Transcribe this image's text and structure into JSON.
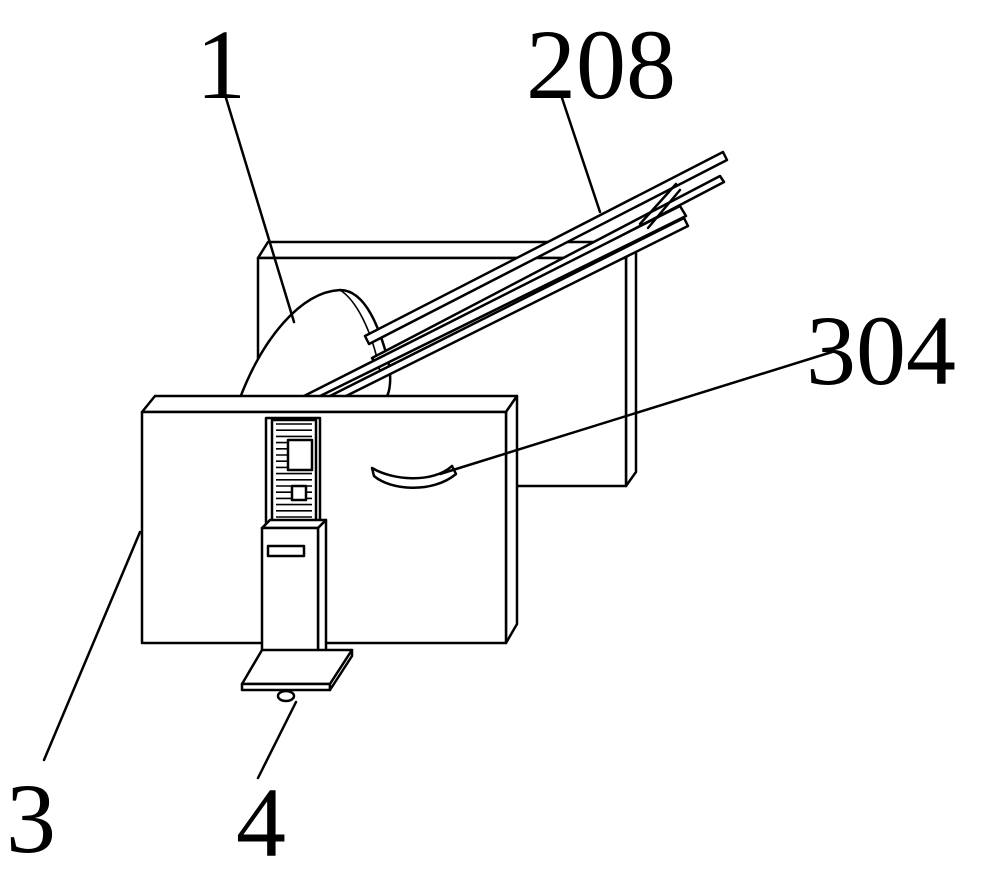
{
  "figure": {
    "callouts": [
      {
        "id": "part-1",
        "label": "1"
      },
      {
        "id": "part-208",
        "label": "208"
      },
      {
        "id": "part-304",
        "label": "304"
      },
      {
        "id": "part-3",
        "label": "3"
      },
      {
        "id": "part-4",
        "label": "4"
      }
    ],
    "colors": {
      "line": "#000000",
      "background": "#ffffff"
    }
  }
}
